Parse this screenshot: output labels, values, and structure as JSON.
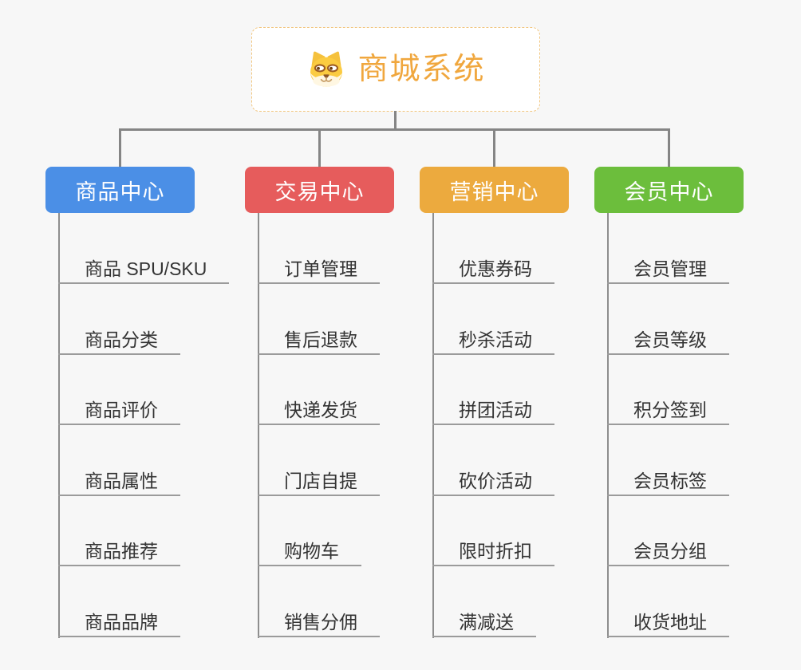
{
  "root": {
    "title": "商城系统",
    "icon": "dog-face-icon",
    "title_color": "#f0a73e",
    "border_color": "#f1c57e"
  },
  "connector_color": "#858585",
  "underline_color": "#9b9b9b",
  "background_color": "#f7f7f7",
  "branches": [
    {
      "label": "商品中心",
      "color": "#4b8fe6",
      "items": [
        "商品 SPU/SKU",
        "商品分类",
        "商品评价",
        "商品属性",
        "商品推荐",
        "商品品牌"
      ]
    },
    {
      "label": "交易中心",
      "color": "#e65c5c",
      "items": [
        "订单管理",
        "售后退款",
        "快递发货",
        "门店自提",
        "购物车",
        "销售分佣"
      ]
    },
    {
      "label": "营销中心",
      "color": "#ecaa3e",
      "items": [
        "优惠券码",
        "秒杀活动",
        "拼团活动",
        "砍价活动",
        "限时折扣",
        "满减送"
      ]
    },
    {
      "label": "会员中心",
      "color": "#6cbe3c",
      "items": [
        "会员管理",
        "会员等级",
        "积分签到",
        "会员标签",
        "会员分组",
        "收货地址"
      ]
    }
  ]
}
